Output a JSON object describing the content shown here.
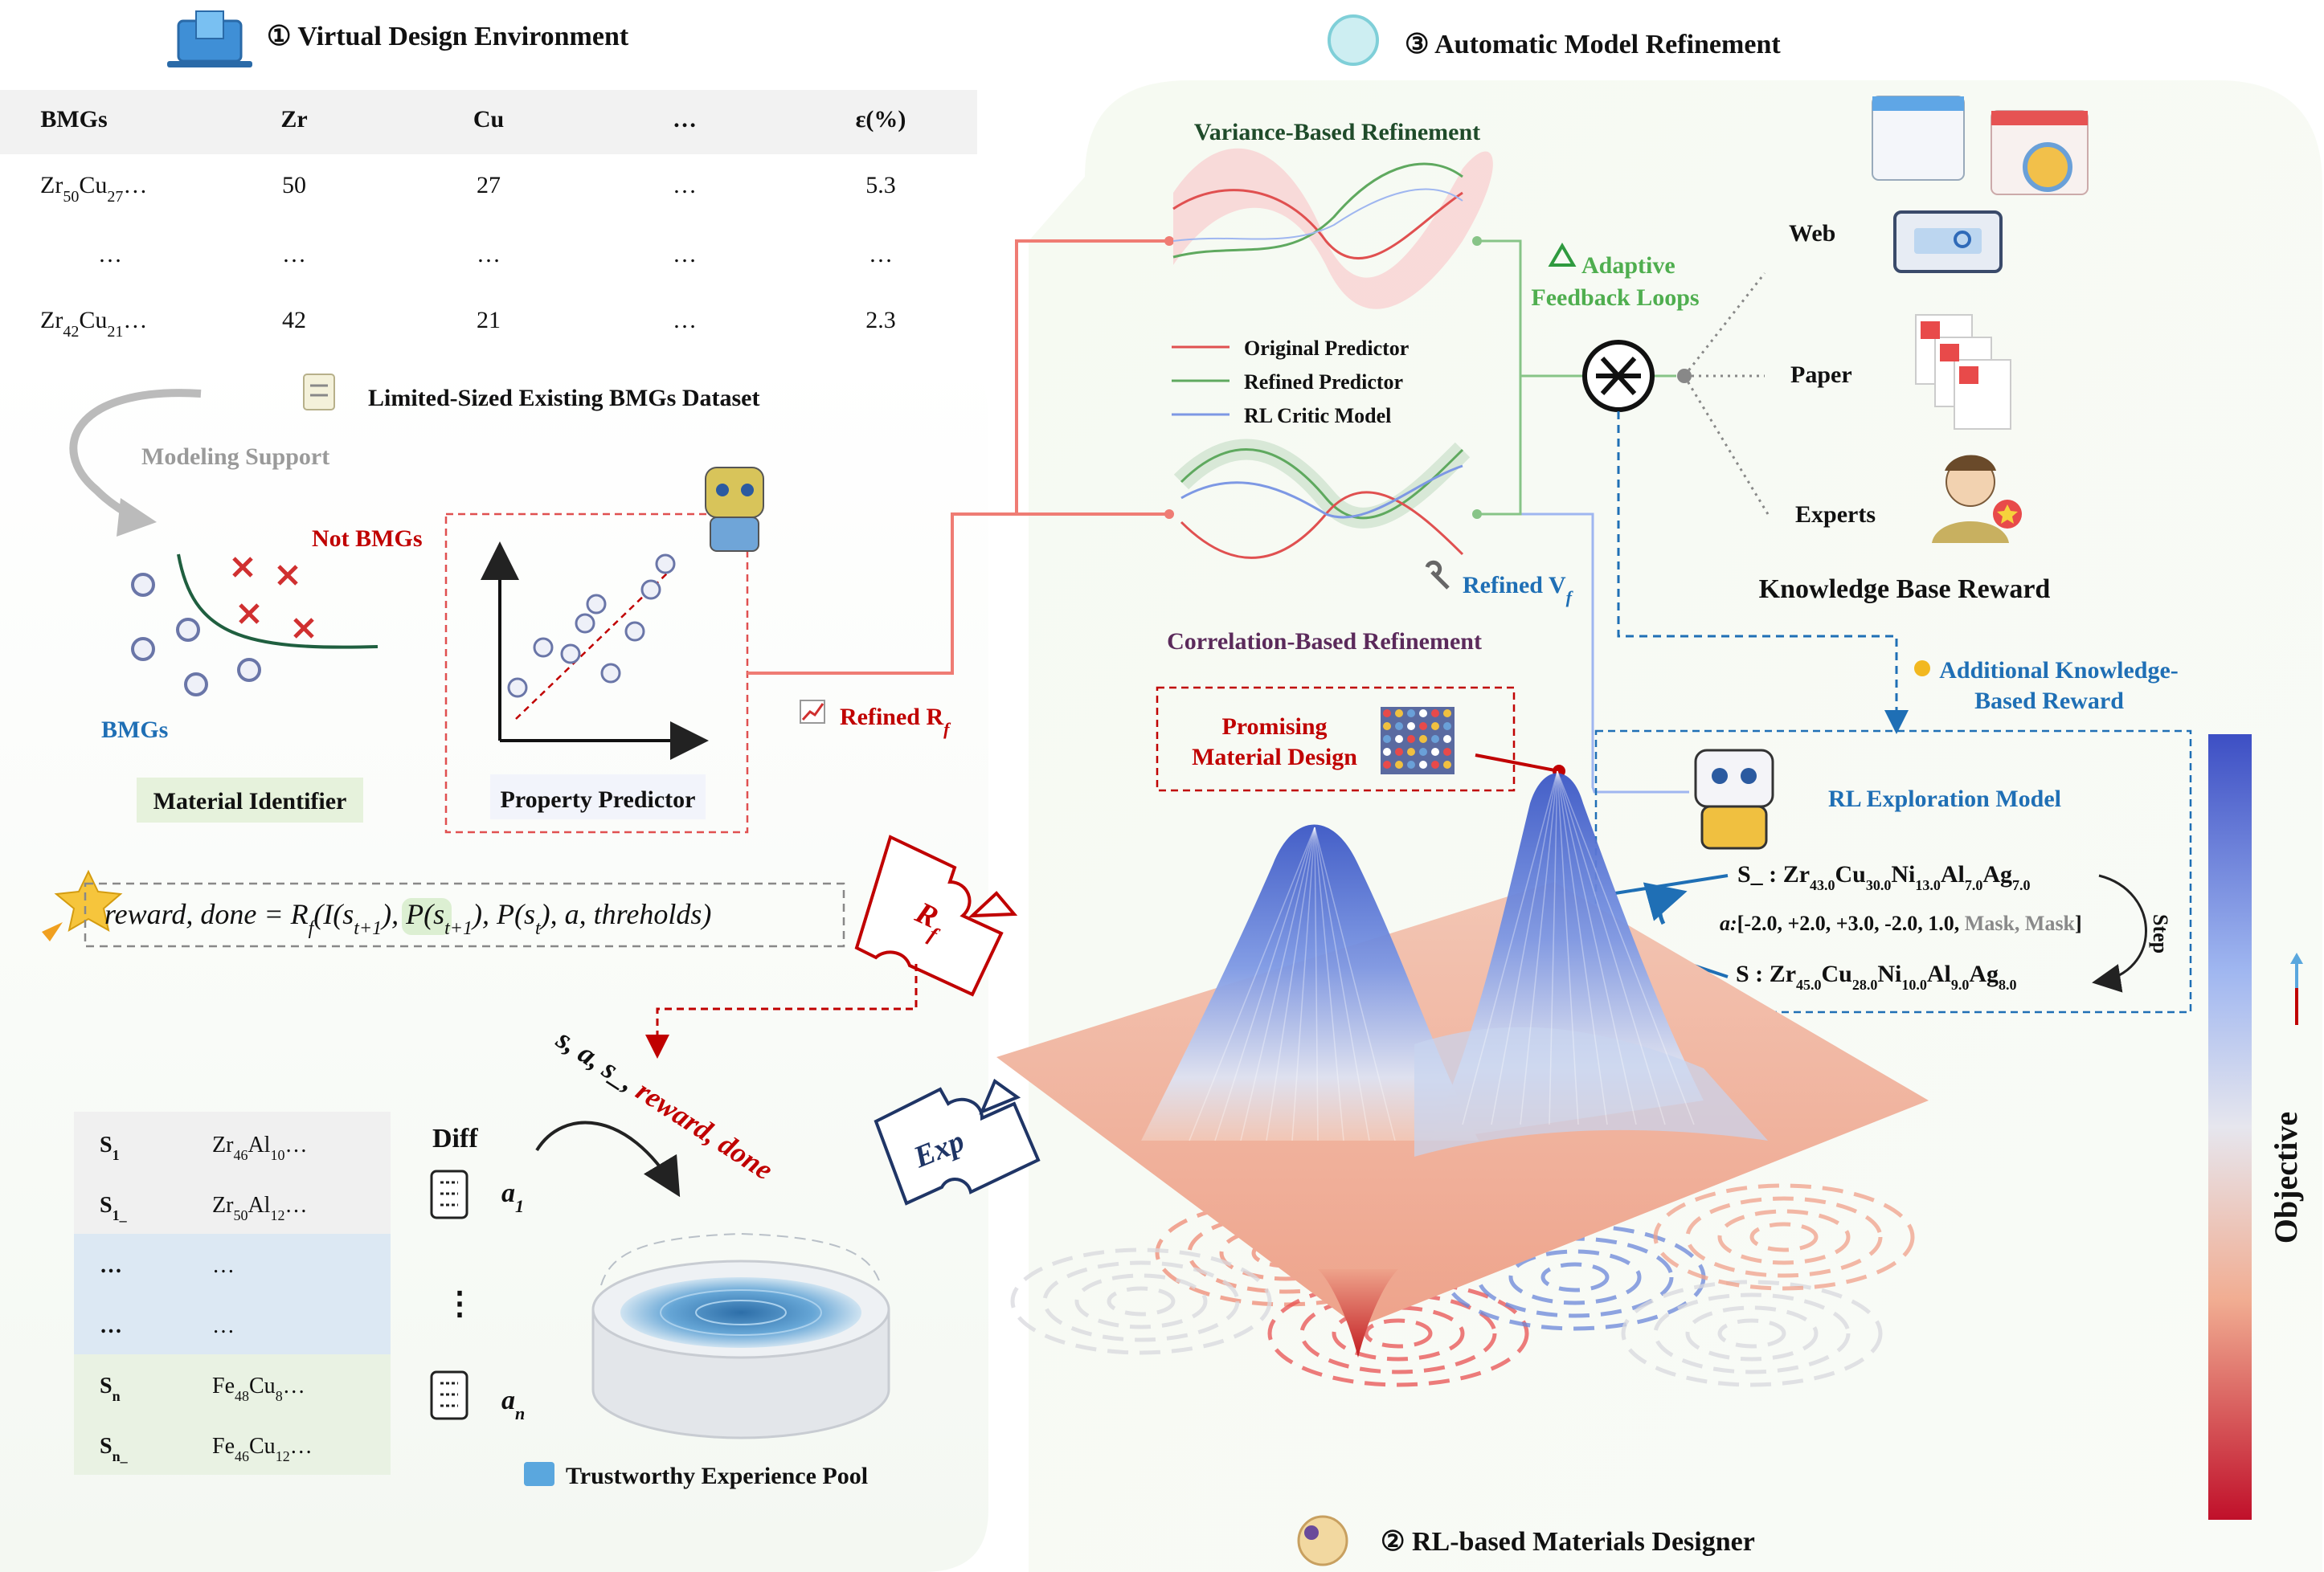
{
  "sections": {
    "env": {
      "num": "①",
      "title": "Virtual Design Environment"
    },
    "refine": {
      "num": "③",
      "title": "Automatic Model Refinement"
    },
    "designer": {
      "num": "②",
      "title": "RL-based Materials Designer"
    }
  },
  "dataset_table": {
    "headers": [
      "BMGs",
      "Zr",
      "Cu",
      "…",
      "ε(%)"
    ],
    "rows": [
      {
        "name": "Zr",
        "sub1": "50",
        "mid": "Cu",
        "sub2": "27",
        "tail": "…",
        "cells": [
          "50",
          "27",
          "…",
          "5.3"
        ]
      },
      {
        "plain": "…",
        "cells": [
          "…",
          "…",
          "…",
          "…"
        ]
      },
      {
        "name": "Zr",
        "sub1": "42",
        "mid": "Cu",
        "sub2": "21",
        "tail": "…",
        "cells": [
          "42",
          "21",
          "…",
          "2.3"
        ]
      }
    ],
    "caption": "Limited-Sized Existing BMGs Dataset"
  },
  "identifier": {
    "support_label": "Modeling Support",
    "not_bmgs": "Not BMGs",
    "bmgs": "BMGs",
    "title": "Material Identifier"
  },
  "predictor": {
    "title": "Property Predictor"
  },
  "reward_formula": {
    "prefix": "reward, done = R",
    "sub_f": "f",
    "part_i": "(I(s",
    "sub_t1": "t+1",
    "part_close": ")",
    "part_p1": ", P(s",
    "part_p2": "), P(s",
    "sub_t": "t",
    "part_end": "), a, threholds)"
  },
  "refined_rf": {
    "label": "Refined R",
    "sub": "f"
  },
  "puzzle": {
    "rf": "R",
    "rf_sub": "f",
    "exp": "Exp"
  },
  "transition": {
    "plain": "s, a, s_,",
    "red": "reward, done"
  },
  "experience_table": {
    "rows": [
      {
        "s": "S",
        "s_sub": "1",
        "formula": [
          [
            "Zr",
            "46"
          ],
          [
            "Al",
            "10"
          ]
        ],
        "tail": "…"
      },
      {
        "s": "S",
        "s_sub": "1_",
        "formula": [
          [
            "Zr",
            "50"
          ],
          [
            "Al",
            "12"
          ]
        ],
        "tail": "…"
      },
      {
        "s": "…",
        "plain": "…"
      },
      {
        "s": "…",
        "plain": "…"
      },
      {
        "s": "S",
        "s_sub": "n",
        "formula": [
          [
            "Fe",
            "48"
          ],
          [
            "Cu",
            "8"
          ]
        ],
        "tail": "…"
      },
      {
        "s": "S",
        "s_sub": "n_",
        "formula": [
          [
            "Fe",
            "46"
          ],
          [
            "Cu",
            "12"
          ]
        ],
        "tail": "…"
      }
    ],
    "diff_label": "Diff",
    "a1": "a",
    "a1_sub": "1",
    "dots": "⋮",
    "an": "a",
    "an_sub": "n"
  },
  "pool_label": "Trustworthy Experience Pool",
  "variance_title": "Variance-Based Refinement",
  "correlation_title": "Correlation-Based Refinement",
  "legend": [
    "Original Predictor",
    "Refined Predictor",
    "RL Critic Model"
  ],
  "refined_vf": {
    "label": "Refined V",
    "sub": "f"
  },
  "feedback": {
    "line1": "Adaptive",
    "line2": "Feedback Loops"
  },
  "knowledge": {
    "web": "Web",
    "paper": "Paper",
    "experts": "Experts",
    "title": "Knowledge Base Reward"
  },
  "additional_reward": {
    "line1": "Additional Knowledge-",
    "line2": "Based Reward"
  },
  "promising": {
    "line1": "Promising",
    "line2": "Material Design"
  },
  "rl_model": {
    "title": "RL Exploration Model",
    "s_next_label": "S_ : ",
    "s_next": [
      [
        "Zr",
        "43.0"
      ],
      [
        "Cu",
        "30.0"
      ],
      [
        "Ni",
        "13.0"
      ],
      [
        "Al",
        "7.0"
      ],
      [
        "Ag",
        "7.0"
      ]
    ],
    "action_label": "a:",
    "action_values": "[-2.0, +2.0, +3.0, -2.0, 1.0, ",
    "action_mask": "Mask, Mask",
    "action_close": "]",
    "s_label": "S : ",
    "s_now": [
      [
        "Zr",
        "45.0"
      ],
      [
        "Cu",
        "28.0"
      ],
      [
        "Ni",
        "10.0"
      ],
      [
        "Al",
        "9.0"
      ],
      [
        "Ag",
        "8.0"
      ]
    ],
    "step": "Step"
  },
  "colorbar": {
    "label": "Objective"
  },
  "colors": {
    "red": "#c00000",
    "green": "#5fa95f",
    "blue": "#1f6fb5",
    "salmon": "#ef7c74",
    "dark_blue": "#1f3566",
    "colorbar_top": "#3d4fc4",
    "colorbar_bottom": "#c0102a"
  }
}
